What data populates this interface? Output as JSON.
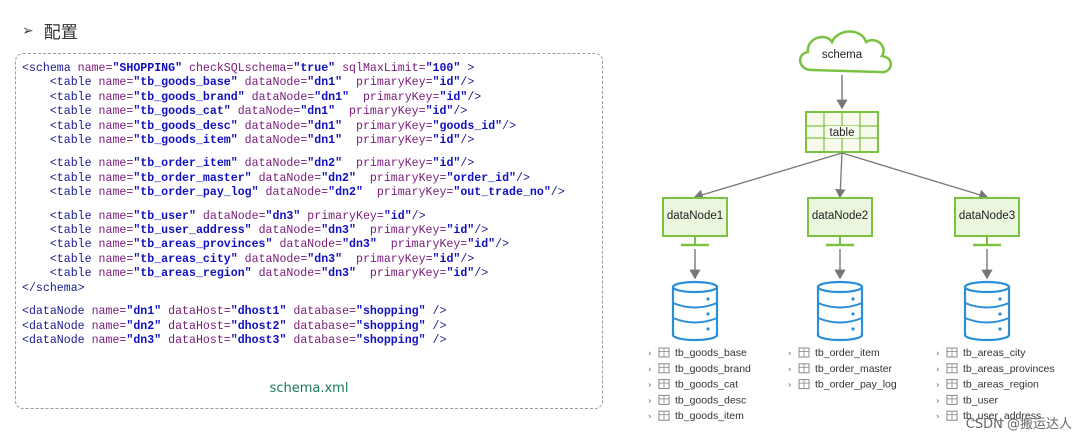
{
  "heading": {
    "arrow": "➢",
    "title": "配置"
  },
  "code": {
    "schema_open": {
      "tag": "<schema",
      "attrs": [
        [
          "name",
          "SHOPPING"
        ],
        [
          "checkSQLschema",
          "true"
        ],
        [
          "sqlMaxLimit",
          "100"
        ]
      ],
      "close": " >"
    },
    "groups": [
      [
        {
          "name": "tb_goods_base",
          "node": "dn1",
          "pk": "id",
          "pad1": " ",
          "pad2": "  "
        },
        {
          "name": "tb_goods_brand",
          "node": "dn1",
          "pk": "id",
          "pad1": " ",
          "pad2": "  "
        },
        {
          "name": "tb_goods_cat",
          "node": "dn1",
          "pk": "id",
          "pad1": " ",
          "pad2": "  "
        },
        {
          "name": "tb_goods_desc",
          "node": "dn1",
          "pk": "goods_id",
          "pad1": " ",
          "pad2": "  "
        },
        {
          "name": "tb_goods_item",
          "node": "dn1",
          "pk": "id",
          "pad1": " ",
          "pad2": "  "
        }
      ],
      [
        {
          "name": "tb_order_item",
          "node": "dn2",
          "pk": "id",
          "pad1": " ",
          "pad2": "  "
        },
        {
          "name": "tb_order_master",
          "node": "dn2",
          "pk": "order_id",
          "pad1": " ",
          "pad2": "  "
        },
        {
          "name": "tb_order_pay_log",
          "node": "dn2",
          "pk": "out_trade_no",
          "pad1": " ",
          "pad2": "  "
        }
      ],
      [
        {
          "name": "tb_user",
          "node": "dn3",
          "pk": "id",
          "pad1": " ",
          "pad2": " "
        },
        {
          "name": "tb_user_address",
          "node": "dn3",
          "pk": "id",
          "pad1": " ",
          "pad2": "  "
        },
        {
          "name": "tb_areas_provinces",
          "node": "dn3",
          "pk": "id",
          "pad1": " ",
          "pad2": "  "
        },
        {
          "name": "tb_areas_city",
          "node": "dn3",
          "pk": "id",
          "pad1": " ",
          "pad2": "  "
        },
        {
          "name": "tb_areas_region",
          "node": "dn3",
          "pk": "id",
          "pad1": " ",
          "pad2": "  "
        }
      ]
    ],
    "schema_close": "</schema>",
    "datanodes": [
      {
        "name": "dn1",
        "host": "dhost1",
        "db": "shopping"
      },
      {
        "name": "dn2",
        "host": "dhost2",
        "db": "shopping"
      },
      {
        "name": "dn3",
        "host": "dhost3",
        "db": "shopping"
      }
    ],
    "caption": "schema.xml"
  },
  "diagram": {
    "schema_label": "schema",
    "table_label": "table",
    "nodes": [
      {
        "label": "dataNode1",
        "tables": [
          "tb_goods_base",
          "tb_goods_brand",
          "tb_goods_cat",
          "tb_goods_desc",
          "tb_goods_item"
        ]
      },
      {
        "label": "dataNode2",
        "tables": [
          "tb_order_item",
          "tb_order_master",
          "tb_order_pay_log"
        ]
      },
      {
        "label": "dataNode3",
        "tables": [
          "tb_areas_city",
          "tb_areas_provinces",
          "tb_areas_region",
          "tb_user",
          "tb_user_address"
        ]
      }
    ],
    "colors": {
      "outline": "#7cc242",
      "fill": "#eaf6dd",
      "db": "#2a8fd6",
      "arrow": "#777777"
    }
  },
  "watermark": "CSDN @搬运达人"
}
